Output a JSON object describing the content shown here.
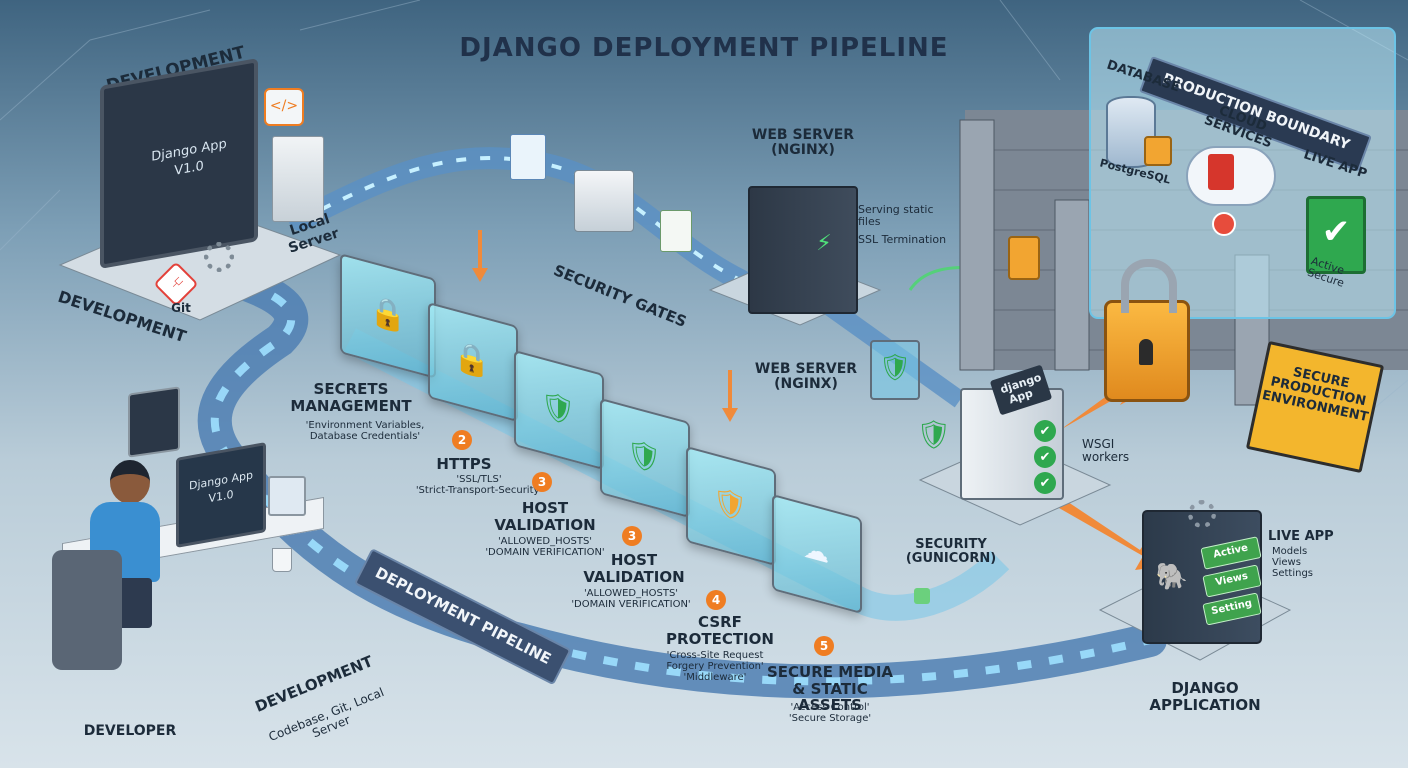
{
  "title": "DJANGO DEPLOYMENT PIPELINE",
  "colors": {
    "accent": "#ef7d22",
    "pipe": "#4f7fb3",
    "shield": "#2fa84f",
    "lock": "#f2a531",
    "wall": "#7c8794",
    "screen": "#24364a"
  },
  "development": {
    "top_label": "DEVELOPMENT",
    "side_label": "DEVELOPMENT",
    "monitor_text": [
      "Django App",
      "V1.0"
    ],
    "laptop_text": [
      "Django App",
      "V1.0"
    ],
    "local_server": [
      "Local",
      "Server"
    ],
    "git_label": "Git",
    "developer_label": "DEVELOPER",
    "bottom_title": "DEVELOPMENT",
    "bottom_sub": "Codebase, Git, Local Server"
  },
  "pipeline": {
    "banner": "DEPLOYMENT PIPELINE",
    "gates_label": "SECURITY GATES"
  },
  "gates": [
    {
      "num": "",
      "title": [
        "SECRETS",
        "MANAGEMENT"
      ],
      "desc": [
        "'Environment Variables,",
        "Database Credentials'"
      ]
    },
    {
      "num": "2",
      "title": [
        "HTTPS"
      ],
      "desc": [
        "'SSL/TLS'",
        "'Strict-Transport-Security'"
      ]
    },
    {
      "num": "3",
      "title": [
        "HOST",
        "VALIDATION"
      ],
      "desc": [
        "'ALLOWED_HOSTS'",
        "'DOMAIN VERIFICATION'"
      ]
    },
    {
      "num": "3",
      "title": [
        "HOST",
        "VALIDATION"
      ],
      "desc": [
        "'ALLOWED_HOSTS'",
        "'DOMAIN VERIFICATION'"
      ]
    },
    {
      "num": "4",
      "title": [
        "CSRF",
        "PROTECTION"
      ],
      "desc": [
        "'Cross-Site Request",
        "Forgery Prevention'",
        "'Middleware'"
      ]
    },
    {
      "num": "5",
      "title": [
        "SECURE MEDIA",
        "& STATIC ASSETS"
      ],
      "desc": [
        "'Access Control'",
        "'Secure Storage'"
      ]
    }
  ],
  "web_server": {
    "title_top": [
      "WEB SERVER",
      "(NGINX)"
    ],
    "bullets": [
      "Serving static files",
      "SSL Termination"
    ],
    "title_mid": [
      "WEB SERVER",
      "(NGINX)"
    ]
  },
  "app_server": {
    "box_label": [
      "django",
      "App"
    ],
    "wsgi": [
      "WSGI",
      "workers"
    ],
    "security": [
      "SECURITY",
      "(GUNICORN)"
    ]
  },
  "django_app": {
    "tags": [
      "Active",
      "Views",
      "Setting"
    ],
    "title": [
      "DJANGO",
      "APPLICATION"
    ],
    "live_title": "LIVE APP",
    "live_bullets": [
      "Models",
      "Views",
      "Settings"
    ]
  },
  "production": {
    "boundary": "PRODUCTION BOUNDARY",
    "database": "DATABASE",
    "postgres": "PostgreSQL",
    "cloud": "CLOUD SERVICES",
    "live_app": "LIVE APP",
    "live_bullets": [
      "Active",
      "Secure"
    ],
    "sign": [
      "SECURE",
      "PRODUCTION",
      "ENVIRONMENT"
    ]
  }
}
